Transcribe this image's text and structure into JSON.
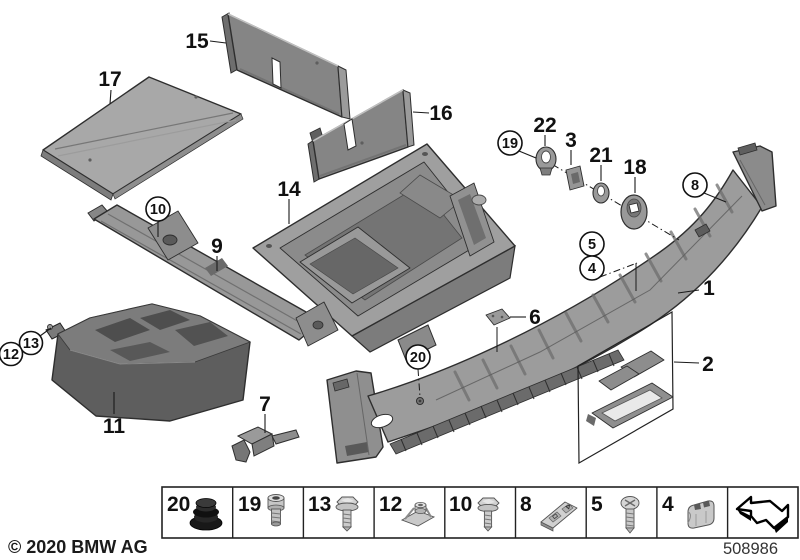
{
  "footer": {
    "copyright": "© 2020 BMW AG",
    "doc_number": "508986"
  },
  "callouts": {
    "plain": [
      {
        "label": "17"
      },
      {
        "label": "15"
      },
      {
        "label": "16"
      },
      {
        "label": "14"
      },
      {
        "label": "9"
      },
      {
        "label": "11"
      },
      {
        "label": "7"
      },
      {
        "label": "6"
      },
      {
        "label": "1"
      },
      {
        "label": "2"
      },
      {
        "label": "22"
      },
      {
        "label": "3"
      },
      {
        "label": "21"
      },
      {
        "label": "18"
      }
    ],
    "circled": [
      {
        "label": "19"
      },
      {
        "label": "8"
      },
      {
        "label": "5"
      },
      {
        "label": "4"
      },
      {
        "label": "20"
      },
      {
        "label": "10"
      },
      {
        "label": "13"
      },
      {
        "label": "12"
      }
    ]
  },
  "legend": {
    "items": [
      {
        "number": "20",
        "icon": "rubber-plug-icon"
      },
      {
        "number": "19",
        "icon": "shouldered-bolt-icon"
      },
      {
        "number": "13",
        "icon": "hex-screw-icon"
      },
      {
        "number": "12",
        "icon": "cage-nut-icon"
      },
      {
        "number": "10",
        "icon": "hex-screw-icon"
      },
      {
        "number": "8",
        "icon": "emblem-plate-icon"
      },
      {
        "number": "5",
        "icon": "pan-head-screw-icon"
      },
      {
        "number": "4",
        "icon": "expansion-nut-icon"
      }
    ],
    "continuation": {
      "icon": "continuation-arrow-icon"
    }
  }
}
